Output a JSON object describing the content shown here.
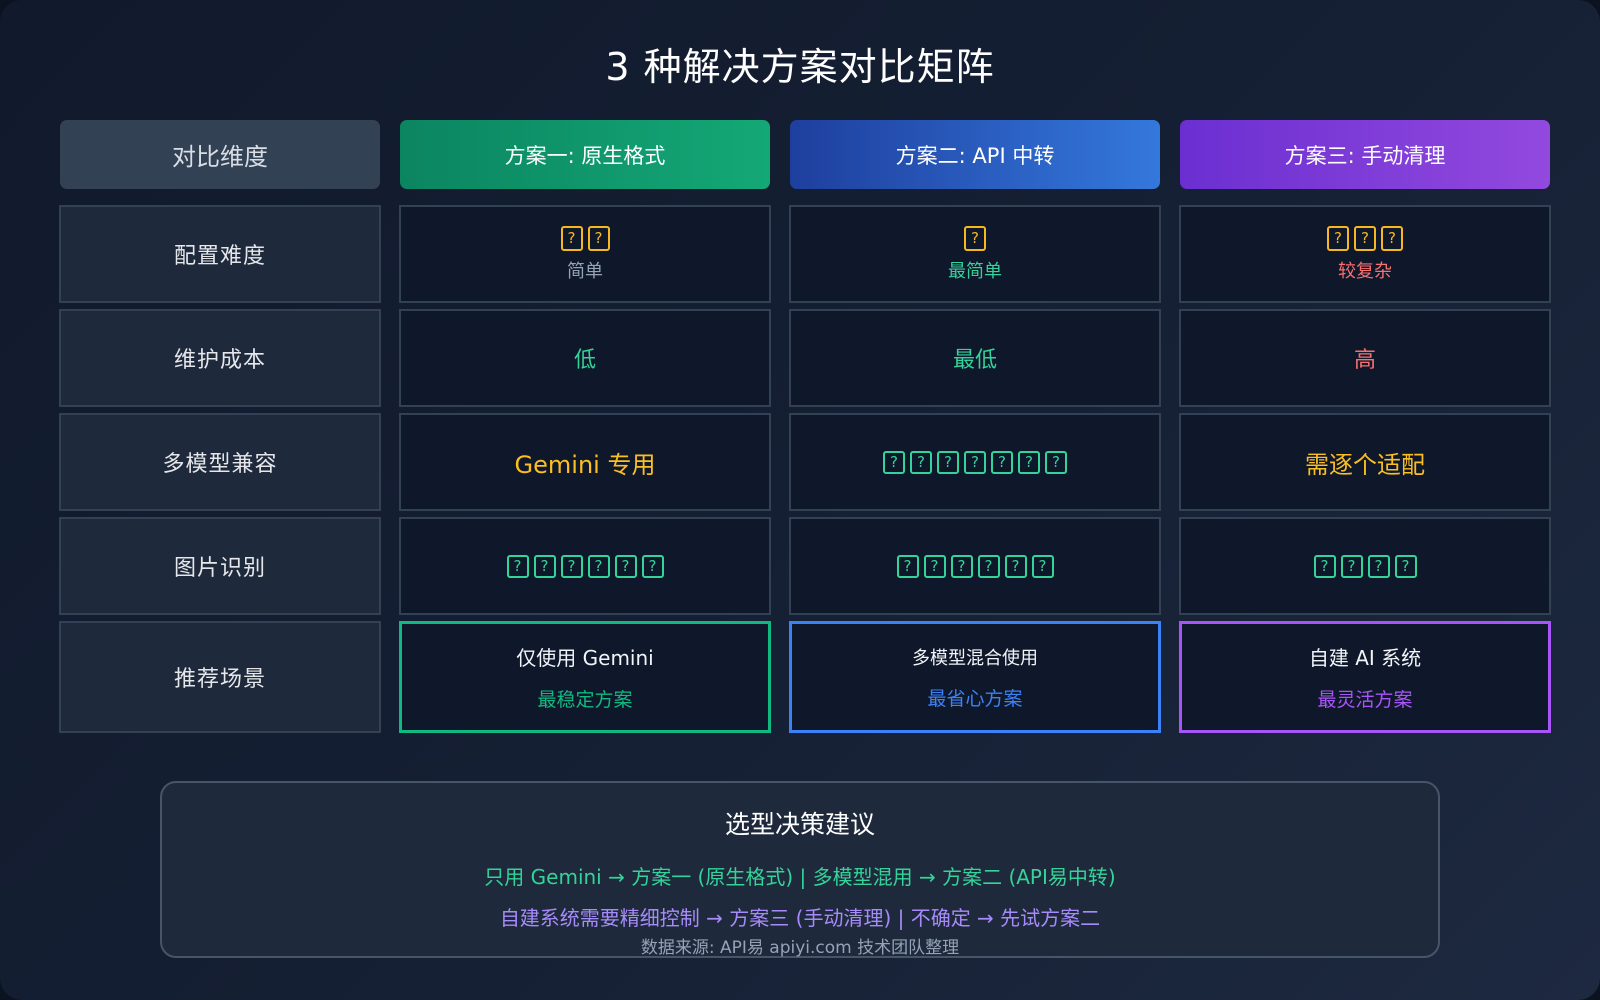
{
  "title": "3 种解决方案对比矩阵",
  "header": {
    "dimension": "对比维度",
    "plans": [
      "方案一: 原生格式",
      "方案二: API 中转",
      "方案三: 手动清理"
    ]
  },
  "rows": [
    {
      "label": "配置难度",
      "cells": [
        {
          "glyph_count": 2,
          "glyph": "?",
          "glyph_color": "#f5b820",
          "text": "简单",
          "text_color": "#94a3b8"
        },
        {
          "glyph_count": 1,
          "glyph": "?",
          "glyph_color": "#f5b820",
          "text": "最简单",
          "text_color": "#34d399"
        },
        {
          "glyph_count": 3,
          "glyph": "?",
          "glyph_color": "#f5b820",
          "text": "较复杂",
          "text_color": "#f87171"
        }
      ]
    },
    {
      "label": "维护成本",
      "cells": [
        {
          "text": "低",
          "text_color": "#34d399"
        },
        {
          "text": "最低",
          "text_color": "#34d399"
        },
        {
          "text": "高",
          "text_color": "#f87171"
        }
      ]
    },
    {
      "label": "多模型兼容",
      "cells": [
        {
          "text": "Gemini 专用",
          "text_color": "#fbbf24"
        },
        {
          "glyph_count": 7,
          "glyph": "?",
          "glyph_color": "#34d399"
        },
        {
          "text": "需逐个适配",
          "text_color": "#fbbf24"
        }
      ]
    },
    {
      "label": "图片识别",
      "cells": [
        {
          "glyph_count": 6,
          "glyph": "?",
          "glyph_color": "#34d399"
        },
        {
          "glyph_count": 6,
          "glyph": "?",
          "glyph_color": "#34d399"
        },
        {
          "glyph_count": 4,
          "glyph": "?",
          "glyph_color": "#34d399"
        }
      ]
    },
    {
      "label": "推荐场景",
      "cells": [
        {
          "text": "仅使用 Gemini",
          "sub": "最稳定方案",
          "accent": "#10b981"
        },
        {
          "text": "多模型混合使用",
          "sub": "最省心方案",
          "accent": "#3b82f6"
        },
        {
          "text": "自建 AI 系统",
          "sub": "最灵活方案",
          "accent": "#a855f7"
        }
      ]
    }
  ],
  "advice": {
    "heading": "选型决策建议",
    "line1": "只用 Gemini → 方案一 (原生格式) | 多模型混用 → 方案二 (API易中转)",
    "line2": "自建系统需要精细控制 → 方案三 (手动清理) | 不确定 → 先试方案二",
    "source": "数据来源: API易 apiyi.com 技术团队整理"
  },
  "colors": {
    "plan1": "#10b981",
    "plan2": "#3b82f6",
    "plan3": "#a855f7",
    "good": "#34d399",
    "bad": "#f87171",
    "warn": "#fbbf24",
    "neutral": "#94a3b8"
  }
}
